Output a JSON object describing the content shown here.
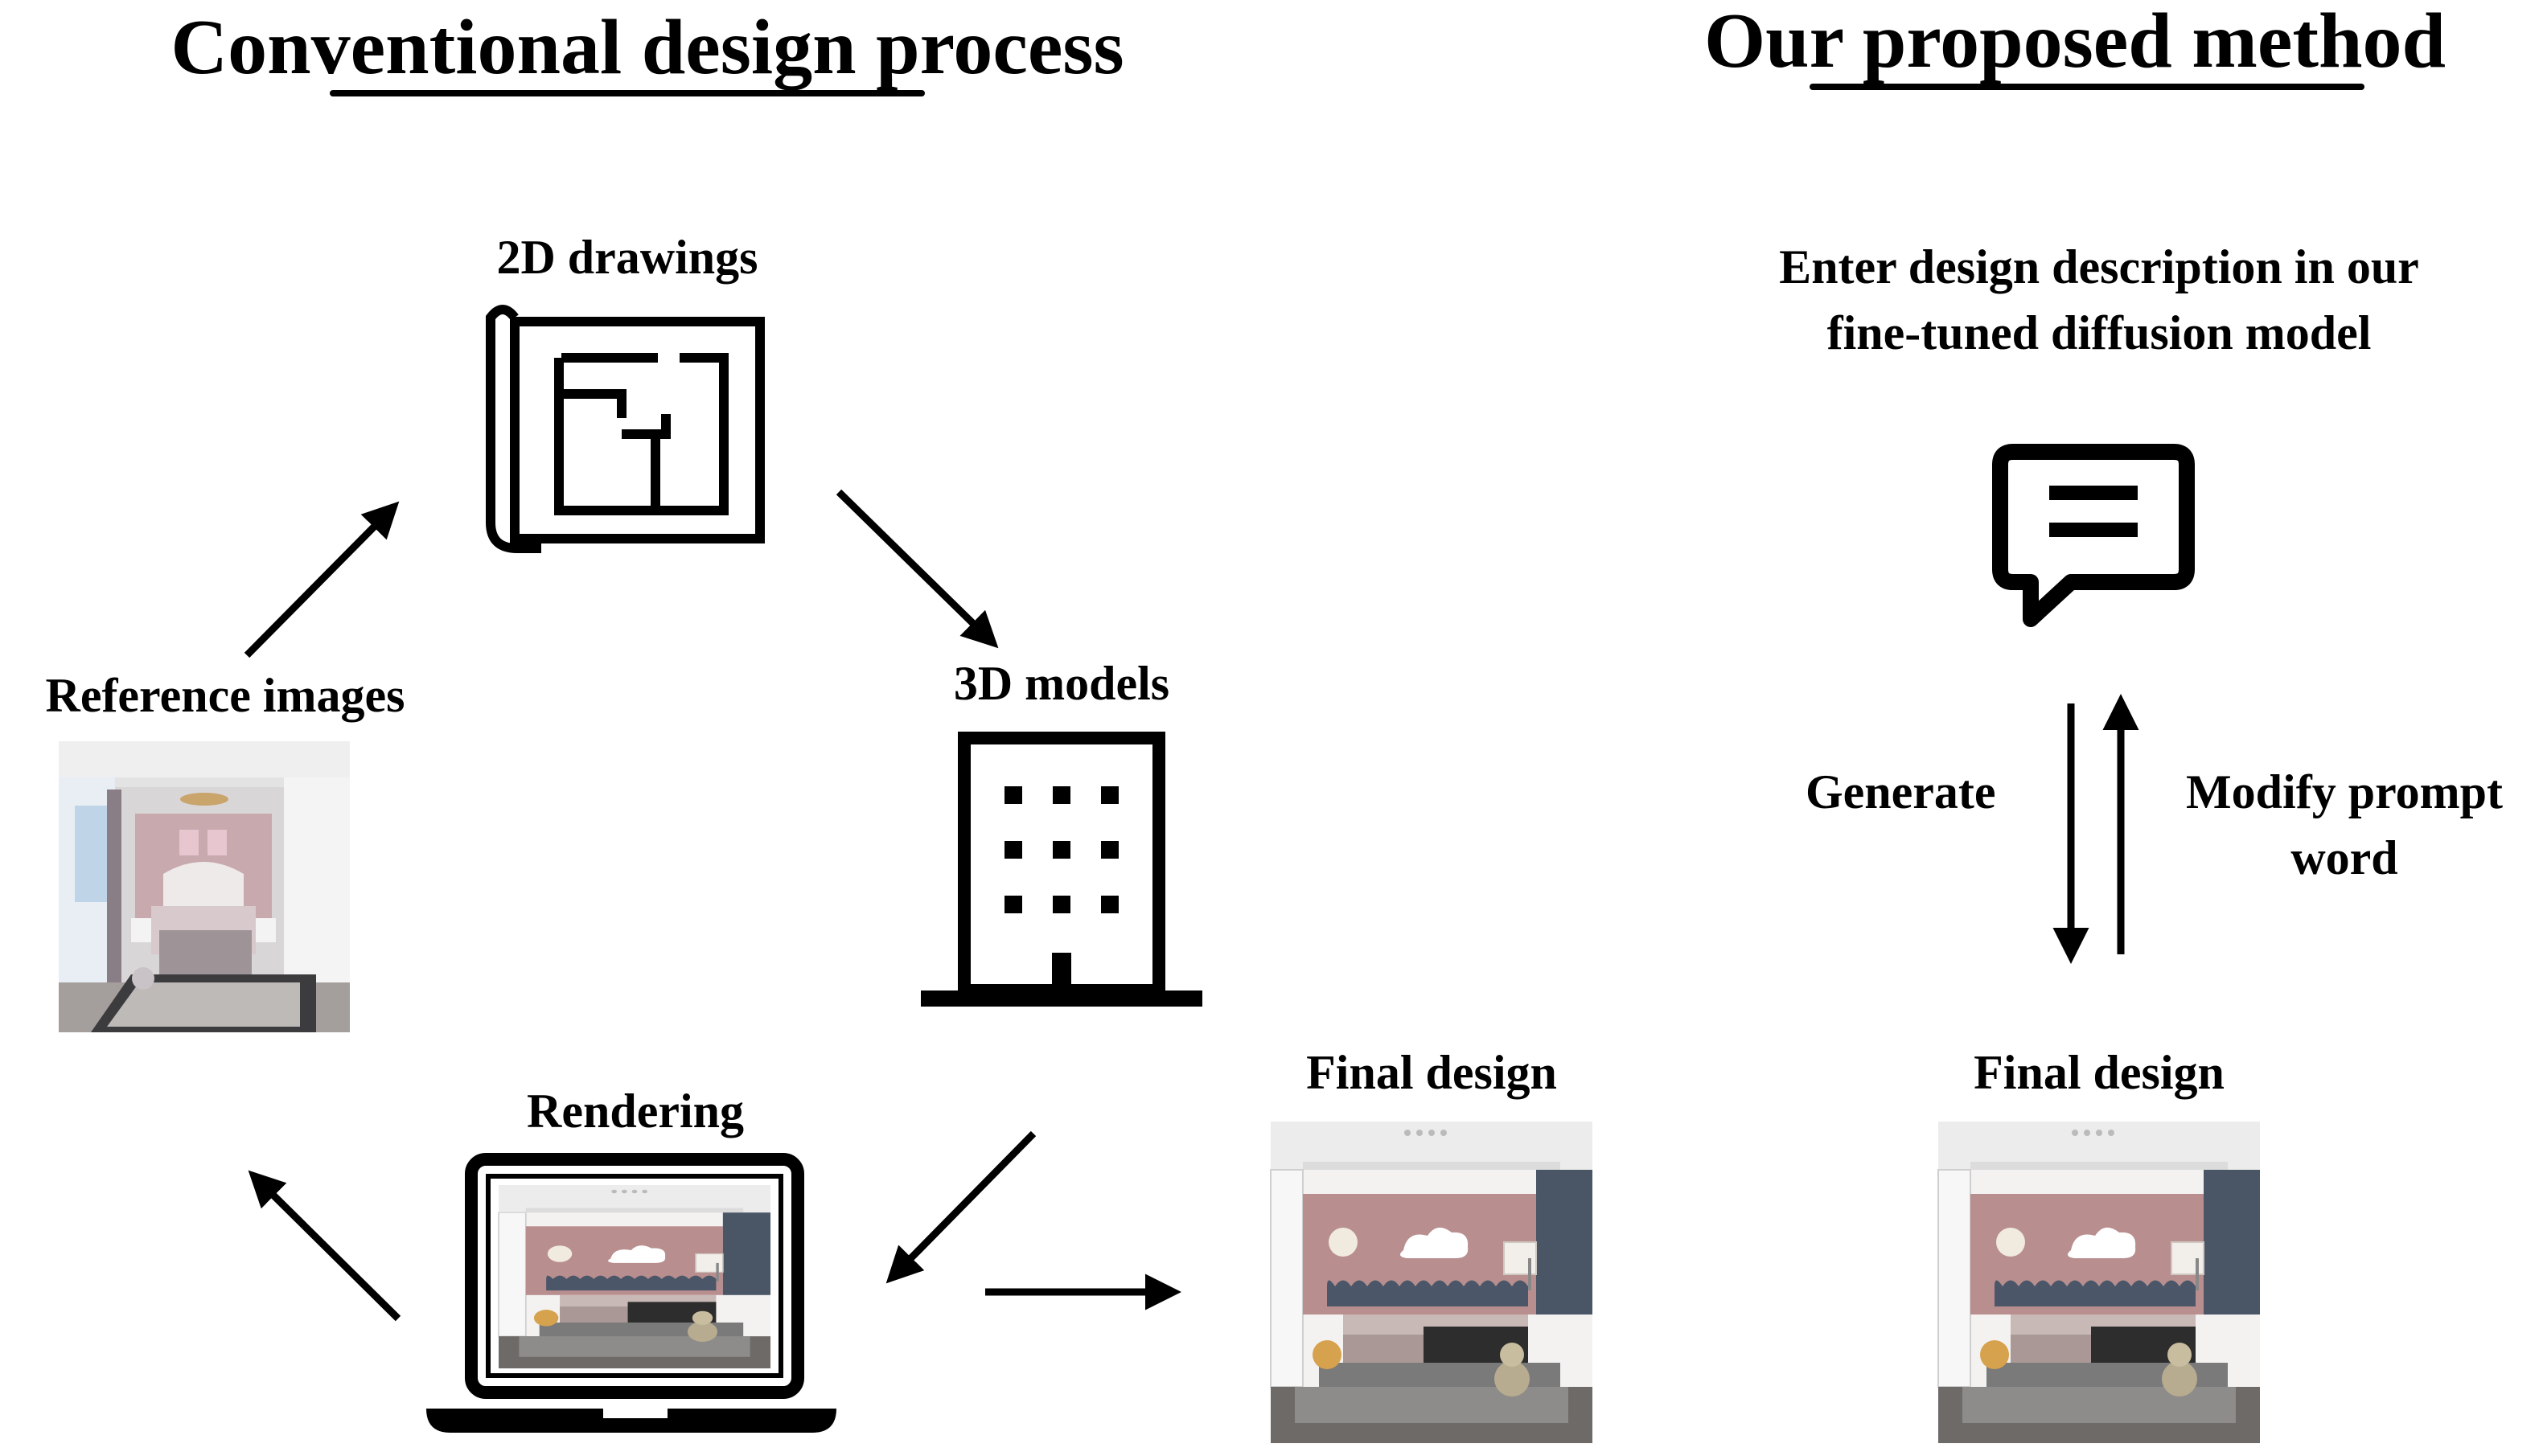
{
  "left_heading": "Conventional design process",
  "right_heading": "Our proposed method",
  "conventional": {
    "drawings_label": "2D drawings",
    "models_label": "3D models",
    "rendering_label": "Rendering",
    "reference_label": "Reference images",
    "final_label": "Final design"
  },
  "proposed": {
    "description_line1": "Enter design description in our",
    "description_line2": "fine-tuned diffusion model",
    "generate_label": "Generate",
    "modify_line1": "Modify prompt",
    "modify_line2": "word",
    "final_label": "Final design"
  },
  "icons": [
    "blueprint-icon",
    "building-icon",
    "laptop-icon",
    "chat-icon"
  ],
  "colors": {
    "wall_pink": "#b98e8f",
    "wall_blue": "#4a5566",
    "ceiling": "#eeeeee",
    "floor": "#6d6a68"
  }
}
